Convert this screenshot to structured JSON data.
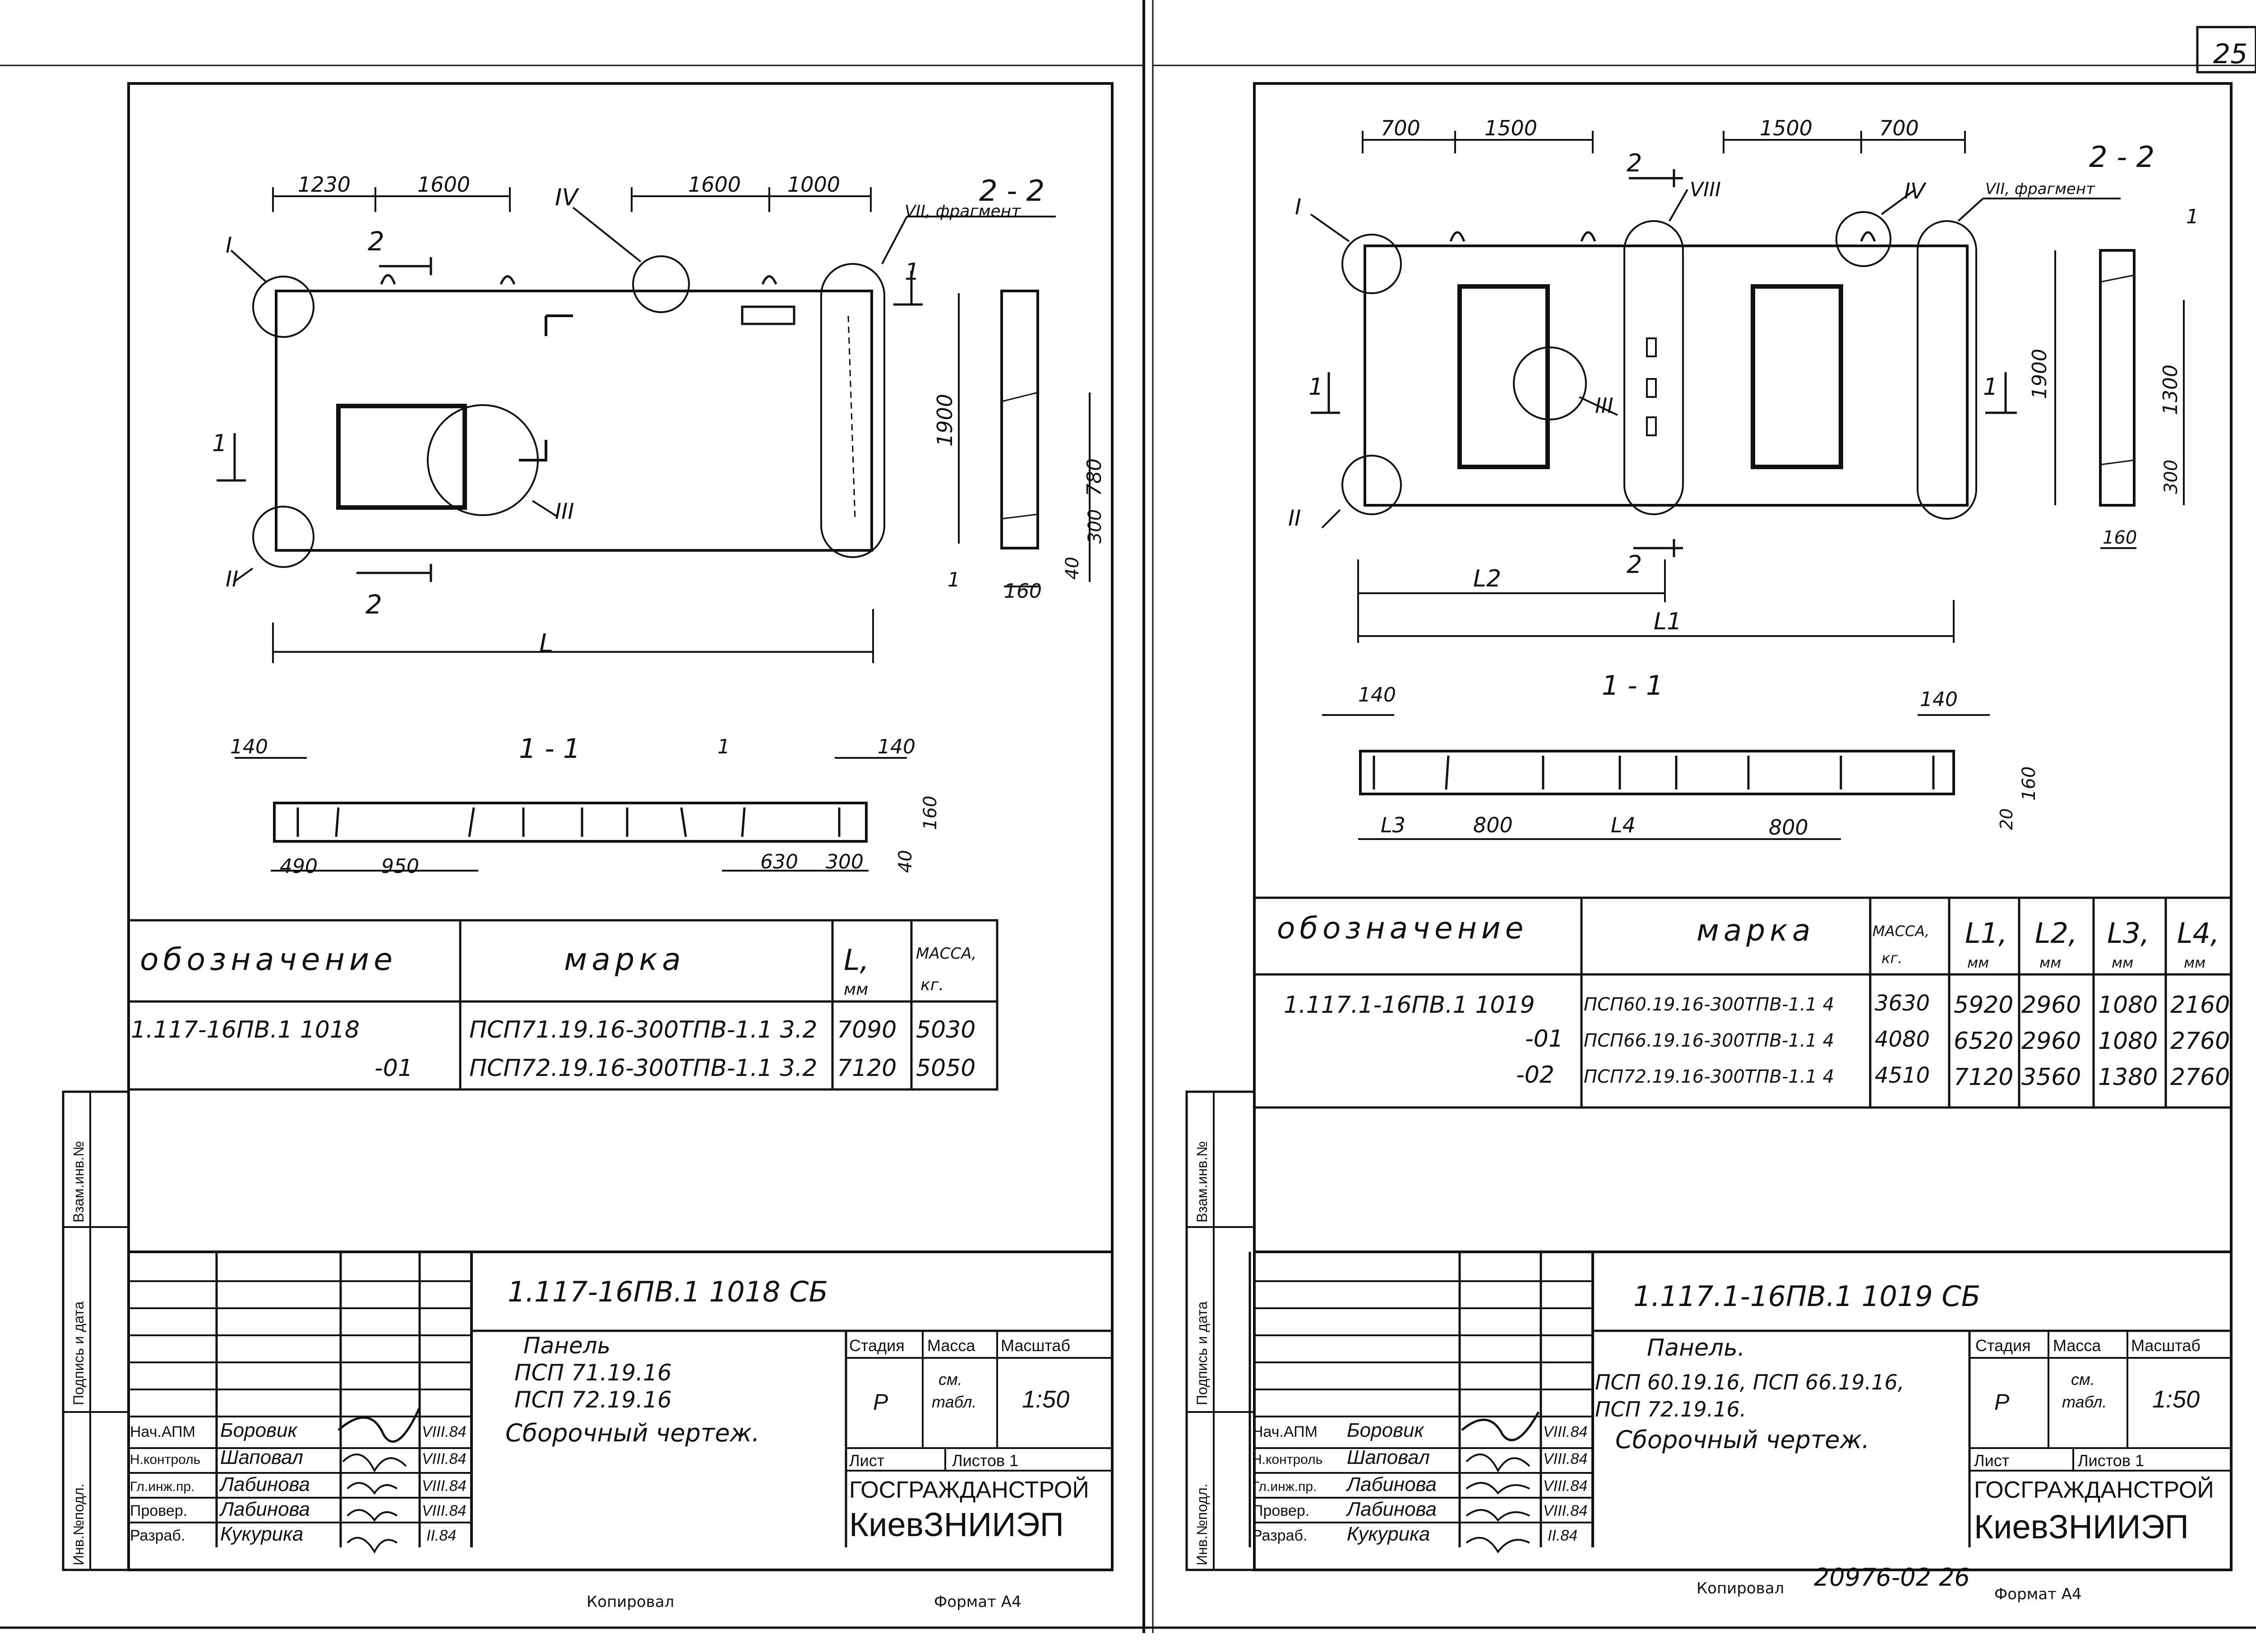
{
  "left_sheet": {
    "section_22": "2 - 2",
    "fragment_label": "VII, фрагмент",
    "dims_top_left": [
      "1230",
      "1600"
    ],
    "dims_top_right": [
      "1600",
      "1000"
    ],
    "node_labels": [
      "I",
      "II",
      "III",
      "IV"
    ],
    "cut_2": "2",
    "cut_1": "1",
    "len_label": "L",
    "side_dims": [
      "1900",
      "780",
      "300",
      "40",
      "160"
    ],
    "item_1": "1",
    "section_11": "1 - 1",
    "sec_dims_top": [
      "140",
      "140"
    ],
    "sec_dims_bottom": [
      "490",
      "950",
      "630",
      "300"
    ],
    "sec_dims_side": [
      "160",
      "40"
    ],
    "table": {
      "headers": [
        "обозначение",
        "марка",
        "L,",
        "мм",
        "МАССА,",
        "кг."
      ],
      "rows": [
        [
          "1.117-16ПВ.1 1018",
          "ПСП71.19.16-300ТПВ-1.1 3.2",
          "7090",
          "5030"
        ],
        [
          "-01",
          "ПСП72.19.16-300ТПВ-1.1 3.2",
          "7120",
          "5050"
        ]
      ]
    },
    "stamp": {
      "code": "1.117-16ПВ.1 1018 СБ",
      "title": [
        "Панель",
        "ПСП 71.19.16",
        "ПСП 72.19.16",
        "Сборочный чертеж."
      ],
      "stage_header": "Стадия",
      "mass_header": "Масса",
      "scale_header": "Масштаб",
      "stage": "Р",
      "mass": "см.",
      "mass2": "табл.",
      "scale": "1:50",
      "sheet": "Лист",
      "sheets": "Листов 1",
      "org1": "ГОСГРАЖДАНСТРОЙ",
      "org2": "КиевЗНИИЭП",
      "people": [
        [
          "Нач.АПМ",
          "Боровик",
          "VIII.84"
        ],
        [
          "Н.контроль",
          "Шаповал",
          "VIII.84"
        ],
        [
          "Гл.инж.пр.",
          "Лабинова",
          "VIII.84"
        ],
        [
          "Провер.",
          "Лабинова",
          "VIII.84"
        ],
        [
          "Разраб.",
          "Кукурика",
          "II.84"
        ]
      ]
    },
    "side_labels": [
      "Взам.инв.№",
      "Подпись и дата",
      "Инв.№подл."
    ],
    "copied": "Копировал",
    "format": "Формат А4"
  },
  "right_sheet": {
    "page_number": "25",
    "section_22": "2 - 2",
    "fragment_label": "VII, фрагмент",
    "dims_top_left": [
      "700",
      "1500"
    ],
    "dims_top_right": [
      "1500",
      "700"
    ],
    "node_labels": [
      "I",
      "II",
      "III",
      "IV",
      "VIII"
    ],
    "cut_2": "2",
    "cut_1": "1",
    "len_labels": [
      "L2",
      "L1"
    ],
    "side_dims": [
      "1900",
      "1300",
      "300",
      "160"
    ],
    "item_1": "1",
    "section_11": "1 - 1",
    "sec_dims_top": [
      "140",
      "140"
    ],
    "sec_dims_bottom": [
      "L3",
      "800",
      "L4",
      "800"
    ],
    "sec_dims_side": [
      "160",
      "20"
    ],
    "table": {
      "headers": [
        "обозначение",
        "марка",
        "МАССА,",
        "кг.",
        "L1,",
        "L2,",
        "L3,",
        "L4,",
        "мм"
      ],
      "rows": [
        [
          "1.117.1-16ПВ.1 1019",
          "ПСП60.19.16-300ТПВ-1.1 4",
          "3630",
          "5920",
          "2960",
          "1080",
          "2160"
        ],
        [
          "-01",
          "ПСП66.19.16-300ТПВ-1.1 4",
          "4080",
          "6520",
          "2960",
          "1080",
          "2760"
        ],
        [
          "-02",
          "ПСП72.19.16-300ТПВ-1.1 4",
          "4510",
          "7120",
          "3560",
          "1380",
          "2760"
        ]
      ]
    },
    "stamp": {
      "code": "1.117.1-16ПВ.1 1019 СБ",
      "title": [
        "Панель.",
        "ПСП 60.19.16, ПСП 66.19.16,",
        "ПСП 72.19.16.",
        "Сборочный чертеж."
      ],
      "stage_header": "Стадия",
      "mass_header": "Масса",
      "scale_header": "Масштаб",
      "stage": "Р",
      "mass": "см.",
      "mass2": "табл.",
      "scale": "1:50",
      "sheet": "Лист",
      "sheets": "Листов 1",
      "org1": "ГОСГРАЖДАНСТРОЙ",
      "org2": "КиевЗНИИЭП",
      "people": [
        [
          "Нач.АПМ",
          "Боровик",
          "VIII.84"
        ],
        [
          "Н.контроль",
          "Шаповал",
          "VIII.84"
        ],
        [
          "Гл.инж.пр.",
          "Лабинова",
          "VIII.84"
        ],
        [
          "Провер.",
          "Лабинова",
          "VIII.84"
        ],
        [
          "Разраб.",
          "Кукурика",
          "II.84"
        ]
      ]
    },
    "side_labels": [
      "Взам.инв.№",
      "Подпись и дата",
      "Инв.№подл."
    ],
    "archive_number": "20976-02 26",
    "copied": "Копировал",
    "format": "Формат А4"
  }
}
